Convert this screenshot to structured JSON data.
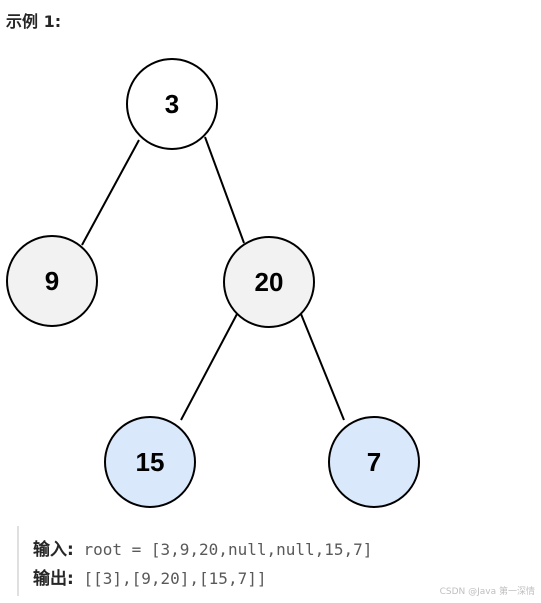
{
  "heading": "示例 1:",
  "tree": {
    "nodes": [
      {
        "id": "n3",
        "label": "3",
        "fill": "#ffffff"
      },
      {
        "id": "n9",
        "label": "9",
        "fill": "#f2f2f2"
      },
      {
        "id": "n20",
        "label": "20",
        "fill": "#f2f2f2"
      },
      {
        "id": "n15",
        "label": "15",
        "fill": "#dae8fc"
      },
      {
        "id": "n7",
        "label": "7",
        "fill": "#dae8fc"
      }
    ],
    "edges": [
      {
        "from": "3",
        "to": "9"
      },
      {
        "from": "3",
        "to": "20"
      },
      {
        "from": "20",
        "to": "15"
      },
      {
        "from": "20",
        "to": "7"
      }
    ]
  },
  "example": {
    "input_label": "输入:",
    "input_value": " root = [3,9,20,null,null,15,7]",
    "output_label": "输出:",
    "output_value": " [[3],[9,20],[15,7]]"
  },
  "watermark": "CSDN @Java 第一深情"
}
